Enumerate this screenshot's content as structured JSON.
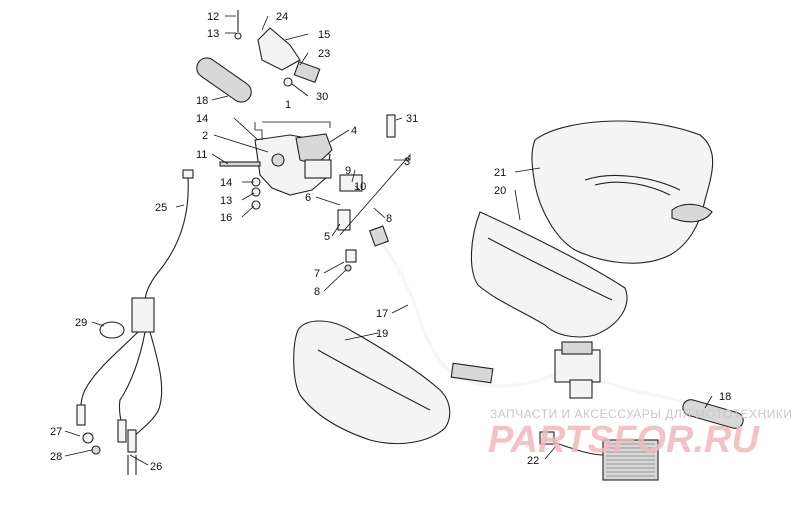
{
  "callouts": {
    "c1": "1",
    "c2": "2",
    "c3": "3",
    "c4": "4",
    "c5": "5",
    "c6": "6",
    "c7": "7",
    "c8a": "8",
    "c8b": "8",
    "c9": "9",
    "c10": "10",
    "c11": "11",
    "c12": "12",
    "c13a": "13",
    "c13b": "13",
    "c14a": "14",
    "c14b": "14",
    "c15": "15",
    "c16": "16",
    "c17": "17",
    "c18a": "18",
    "c18b": "18",
    "c19": "19",
    "c20": "20",
    "c21": "21",
    "c22": "22",
    "c23": "23",
    "c24": "24",
    "c25": "25",
    "c26": "26",
    "c27": "27",
    "c28": "28",
    "c29": "29",
    "c30": "30",
    "c31": "31"
  },
  "watermark": {
    "caption": "ЗАПЧАСТИ И АКСЕССУАРЫ ДЛЯ МОТОТЕХНИКИ",
    "brand": "PARTSFOR.RU"
  }
}
